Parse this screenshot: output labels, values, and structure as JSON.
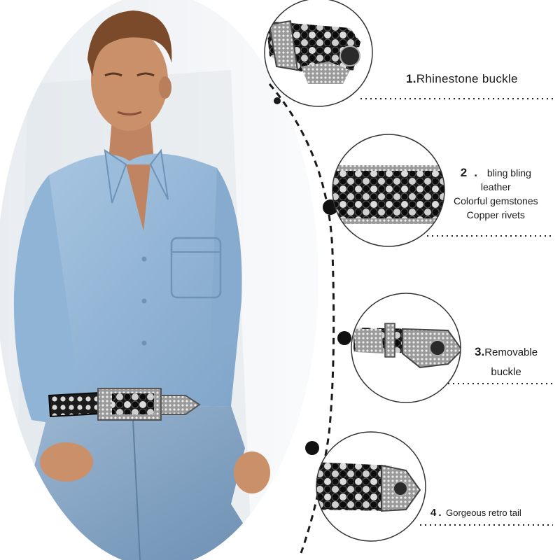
{
  "features": [
    {
      "number": "1",
      "title": "Rhinestone buckle",
      "lines": []
    },
    {
      "number": "2",
      "title": "bling bling",
      "lines": [
        "leather",
        "Colorful gemstones",
        "Copper rivets"
      ]
    },
    {
      "number": "3",
      "title": "Removable",
      "lines": [
        "buckle"
      ]
    },
    {
      "number": "4",
      "title": "Gorgeous retro tail",
      "lines": []
    }
  ],
  "colors": {
    "background": "#ffffff",
    "shirt": "#8fb4d6",
    "jeans": "#7f9fbe",
    "skin": "#c9906a",
    "hair": "#7a4a2a",
    "belt": "#1c1c1c",
    "rhinestone": "#d8d8d8",
    "dashed_line": "#1a1a1a"
  }
}
